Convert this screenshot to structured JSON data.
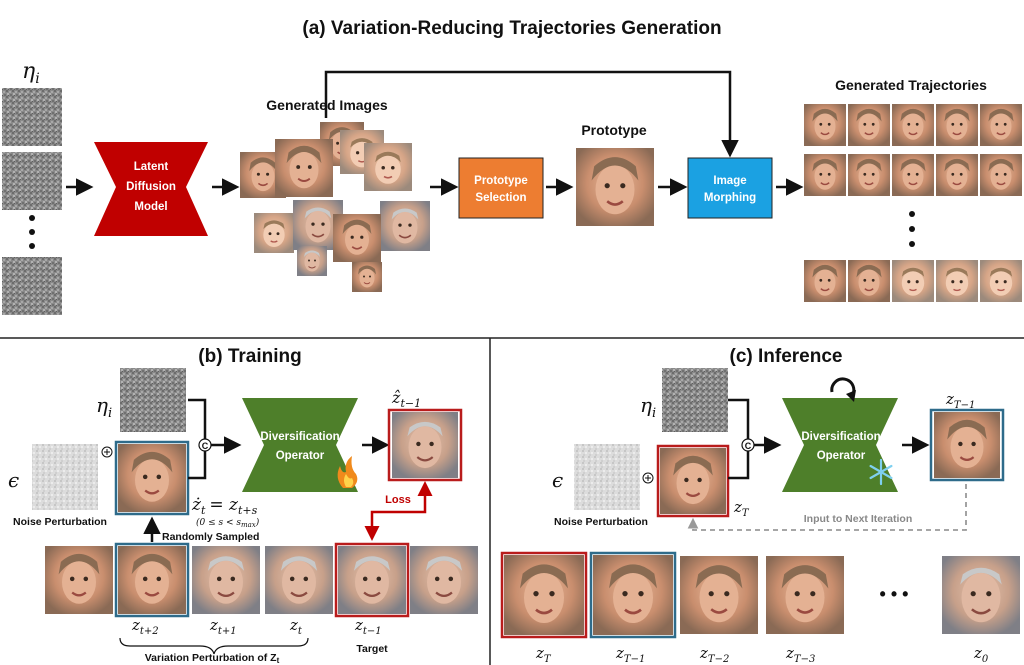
{
  "section_a": {
    "title": "(a) Variation-Reducing Trajectories Generation",
    "eta": "η",
    "eta_sub": "i",
    "ldm": [
      "Latent",
      "Diffusion",
      "Model"
    ],
    "generated_images": "Generated Images",
    "prototype_selection": [
      "Prototype",
      "Selection"
    ],
    "prototype": "Prototype",
    "image_morphing": [
      "Image",
      "Morphing"
    ],
    "generated_trajectories": "Generated Trajectories"
  },
  "section_b": {
    "title": "(b) Training",
    "eta": "η",
    "eta_sub": "i",
    "epsilon": "ϵ",
    "noise_perturbation": "Noise Perturbation",
    "operator": [
      "Diversification",
      "Operator"
    ],
    "zhat": "ẑ",
    "zhat_sub": "t−1",
    "zdot_eq": "ż",
    "zdot_sub": "t",
    "eq_rhs": "= z",
    "eq_rhs_sub": "t+s",
    "constraint": "(0 ≤ s < s",
    "constraint_sub": "max",
    "constraint_end": ")",
    "loss": "Loss",
    "randomly_sampled": "Randomly Sampled",
    "z_labels": [
      {
        "base": "z",
        "sub": "t+2"
      },
      {
        "base": "z",
        "sub": "t+1"
      },
      {
        "base": "z",
        "sub": "t"
      },
      {
        "base": "z",
        "sub": "t−1"
      }
    ],
    "target": "Target",
    "variation_label": "Variation Perturbation of Z",
    "variation_sub": "t"
  },
  "section_c": {
    "title": "(c) Inference",
    "eta": "η",
    "eta_sub": "i",
    "epsilon": "ϵ",
    "noise_perturbation": "Noise Perturbation",
    "operator": [
      "Diversification",
      "Operator"
    ],
    "zT": {
      "base": "z",
      "sub": "T"
    },
    "zT1": {
      "base": "z",
      "sub": "T−1"
    },
    "next_iteration": "Input to Next Iteration",
    "bottom_labels": [
      {
        "base": "z",
        "sub": "T"
      },
      {
        "base": "z",
        "sub": "T−1"
      },
      {
        "base": "z",
        "sub": "T−2"
      },
      {
        "base": "z",
        "sub": "T−3"
      },
      {
        "base": "z",
        "sub": "0"
      }
    ],
    "ellipsis": "• • •"
  },
  "colors": {
    "ldm_red": "#c00000",
    "prototype_orange": "#ed7d31",
    "morphing_blue": "#1ba1e2",
    "operator_green": "#4e7f2a",
    "frame_red": "#b91c1c",
    "frame_blue": "#2e6b8a",
    "loss_red": "#c00000"
  },
  "icons": {
    "flame": "flame-icon",
    "snowflake": "snowflake-icon",
    "refresh": "refresh-loop-icon",
    "concat": "concat-c-icon",
    "plus": "circled-plus-icon"
  }
}
